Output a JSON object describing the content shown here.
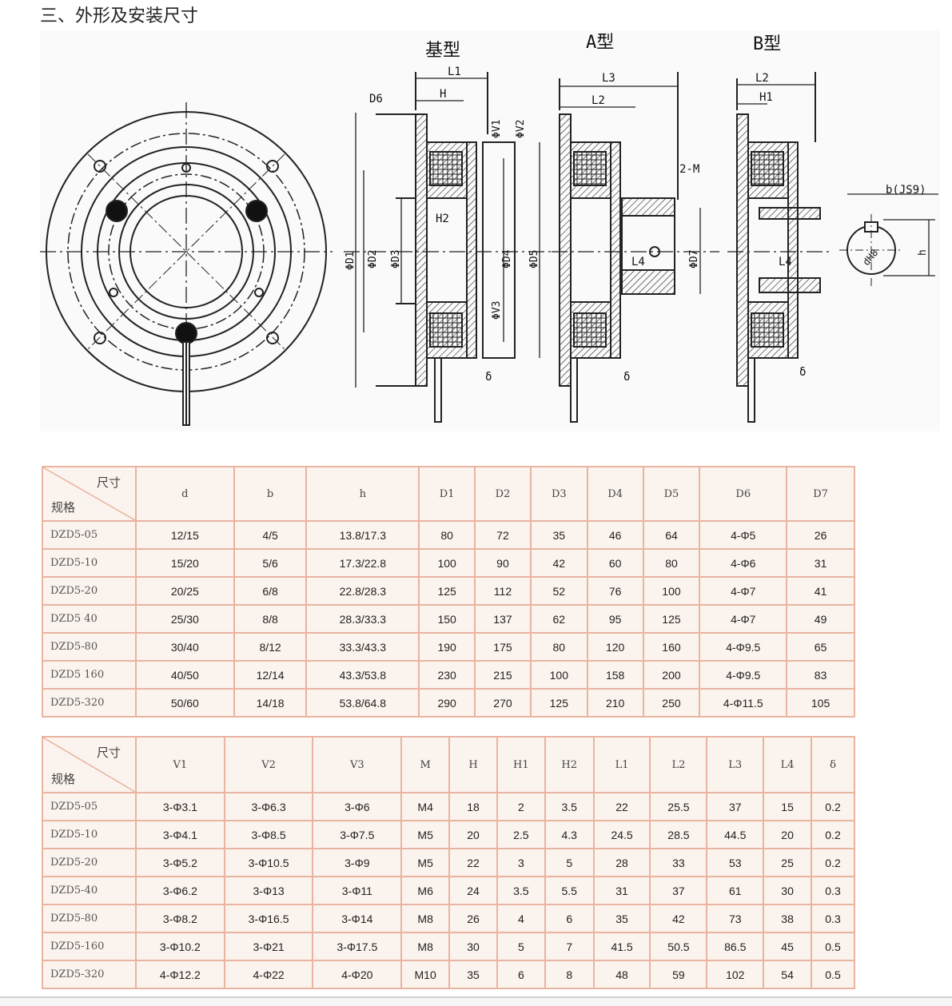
{
  "heading": "三、外形及安装尺寸",
  "drawing": {
    "views": {
      "base": "基型",
      "a": "A型",
      "b": "B型"
    },
    "dims": {
      "L1": "L1",
      "H": "H",
      "D6": "D6",
      "V1": "ΦV1",
      "V2": "ΦV2",
      "H2": "H2",
      "D1": "ΦD1",
      "D2": "ΦD2",
      "D3": "ΦD3",
      "D4": "ΦD4",
      "D5": "ΦD5",
      "V3": "ΦV3",
      "delta": "δ",
      "L3": "L3",
      "L2": "L2",
      "M": "2-M",
      "L4": "L4",
      "D7": "ΦD7",
      "H1": "H1",
      "b": "b(JS9)",
      "dH8": "dH8",
      "h": "h"
    }
  },
  "table1": {
    "corner_top": "尺寸",
    "corner_bottom": "规格",
    "headers": [
      "d",
      "b",
      "h",
      "D1",
      "D2",
      "D3",
      "D4",
      "D5",
      "D6",
      "D7"
    ],
    "rows": [
      [
        "DZD5-05",
        "12/15",
        "4/5",
        "13.8/17.3",
        "80",
        "72",
        "35",
        "46",
        "64",
        "4-Φ5",
        "26"
      ],
      [
        "DZD5-10",
        "15/20",
        "5/6",
        "17.3/22.8",
        "100",
        "90",
        "42",
        "60",
        "80",
        "4-Φ6",
        "31"
      ],
      [
        "DZD5-20",
        "20/25",
        "6/8",
        "22.8/28.3",
        "125",
        "112",
        "52",
        "76",
        "100",
        "4-Φ7",
        "41"
      ],
      [
        "DZD5 40",
        "25/30",
        "8/8",
        "28.3/33.3",
        "150",
        "137",
        "62",
        "95",
        "125",
        "4-Φ7",
        "49"
      ],
      [
        "DZD5-80",
        "30/40",
        "8/12",
        "33.3/43.3",
        "190",
        "175",
        "80",
        "120",
        "160",
        "4-Φ9.5",
        "65"
      ],
      [
        "DZD5 160",
        "40/50",
        "12/14",
        "43.3/53.8",
        "230",
        "215",
        "100",
        "158",
        "200",
        "4-Φ9.5",
        "83"
      ],
      [
        "DZD5-320",
        "50/60",
        "14/18",
        "53.8/64.8",
        "290",
        "270",
        "125",
        "210",
        "250",
        "4-Φ11.5",
        "105"
      ]
    ]
  },
  "table2": {
    "corner_top": "尺寸",
    "corner_bottom": "规格",
    "headers": [
      "V1",
      "V2",
      "V3",
      "M",
      "H",
      "H1",
      "H2",
      "L1",
      "L2",
      "L3",
      "L4",
      "δ"
    ],
    "rows": [
      [
        "DZD5-05",
        "3-Φ3.1",
        "3-Φ6.3",
        "3-Φ6",
        "M4",
        "18",
        "2",
        "3.5",
        "22",
        "25.5",
        "37",
        "15",
        "0.2"
      ],
      [
        "DZD5-10",
        "3-Φ4.1",
        "3-Φ8.5",
        "3-Φ7.5",
        "M5",
        "20",
        "2.5",
        "4.3",
        "24.5",
        "28.5",
        "44.5",
        "20",
        "0.2"
      ],
      [
        "DZD5-20",
        "3-Φ5.2",
        "3-Φ10.5",
        "3-Φ9",
        "M5",
        "22",
        "3",
        "5",
        "28",
        "33",
        "53",
        "25",
        "0.2"
      ],
      [
        "DZD5-40",
        "3-Φ6.2",
        "3-Φ13",
        "3-Φ11",
        "M6",
        "24",
        "3.5",
        "5.5",
        "31",
        "37",
        "61",
        "30",
        "0.3"
      ],
      [
        "DZD5-80",
        "3-Φ8.2",
        "3-Φ16.5",
        "3-Φ14",
        "M8",
        "26",
        "4",
        "6",
        "35",
        "42",
        "73",
        "38",
        "0.3"
      ],
      [
        "DZD5-160",
        "3-Φ10.2",
        "3-Φ21",
        "3-Φ17.5",
        "M8",
        "30",
        "5",
        "7",
        "41.5",
        "50.5",
        "86.5",
        "45",
        "0.5"
      ],
      [
        "DZD5-320",
        "4-Φ12.2",
        "4-Φ22",
        "4-Φ20",
        "M10",
        "35",
        "6",
        "8",
        "48",
        "59",
        "102",
        "54",
        "0.5"
      ]
    ]
  }
}
